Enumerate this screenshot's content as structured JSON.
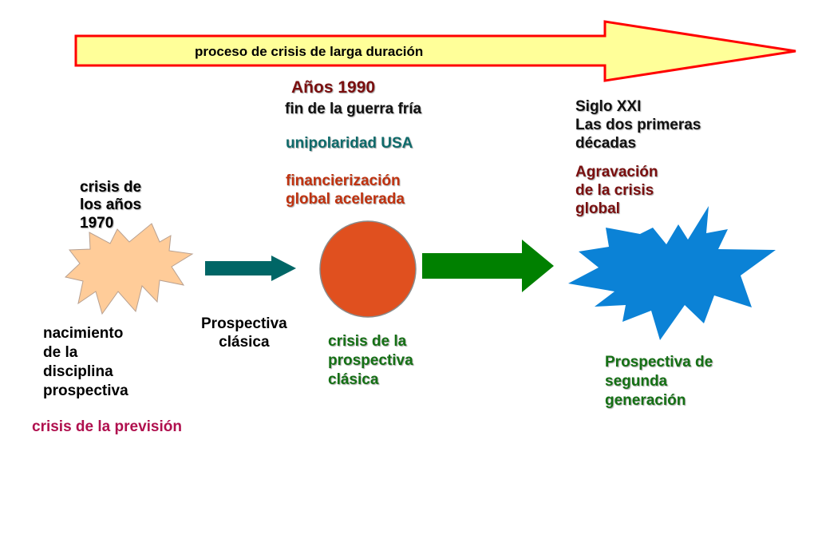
{
  "banner": {
    "label": "proceso de crisis de larga duración"
  },
  "col1": {
    "heading": "crisis de\nlos años\n1970",
    "caption": "nacimiento\nde la\ndisciplina\nprospectiva",
    "footer": "crisis de la previsión"
  },
  "link1": {
    "label": "Prospectiva\nclásica"
  },
  "col2": {
    "heading": "Años 1990",
    "line1": "fin de la guerra fría",
    "line2": "unipolaridad USA",
    "line3": "financierización\nglobal acelerada",
    "caption": "crisis de la\nprospectiva\nclásica"
  },
  "col3": {
    "heading": "Siglo XXI\nLas dos primeras\ndécadas",
    "subheading": "Agravación\nde la crisis\nglobal",
    "caption": "Prospectiva de\nsegunda\ngeneración"
  },
  "colors": {
    "banner_fill": "#ffff99",
    "banner_stroke": "#ff0000",
    "burst1": "#ffcc99",
    "arrow1": "#006666",
    "circle": "#e0501f",
    "arrow2": "#008000",
    "burst2": "#0b82d6",
    "maroon": "#7a0f0f",
    "teal": "#0f6a6a",
    "orange_red": "#c0320f",
    "green_text": "#157015",
    "magenta": "#b0104e"
  }
}
